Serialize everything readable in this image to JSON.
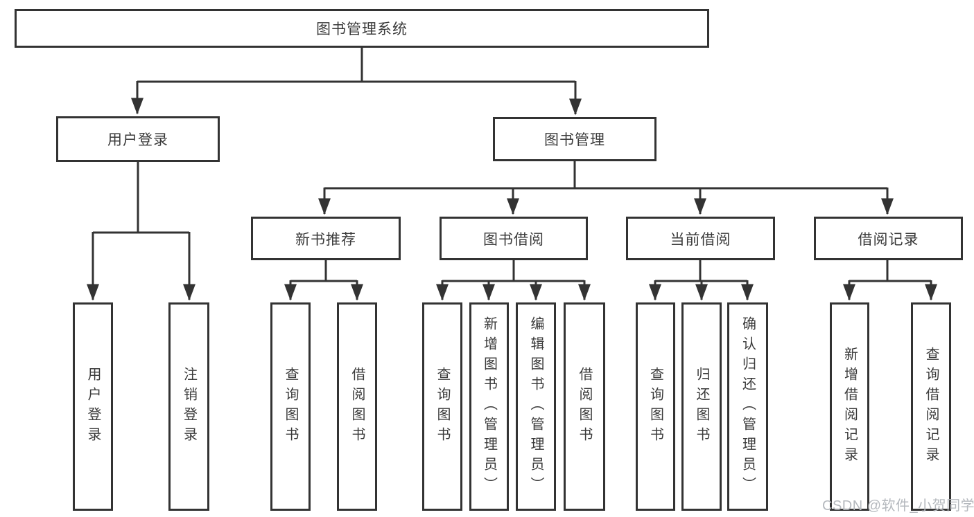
{
  "tree": {
    "label": "图书管理系统",
    "children": [
      {
        "label": "用户登录",
        "children": [
          {
            "label": "用户登录"
          },
          {
            "label": "注销登录"
          }
        ]
      },
      {
        "label": "图书管理",
        "children": [
          {
            "label": "新书推荐",
            "children": [
              {
                "label": "查询图书"
              },
              {
                "label": "借阅图书"
              }
            ]
          },
          {
            "label": "图书借阅",
            "children": [
              {
                "label": "查询图书"
              },
              {
                "label": "新增图书（管理员）"
              },
              {
                "label": "编辑图书（管理员）"
              },
              {
                "label": "借阅图书"
              }
            ]
          },
          {
            "label": "当前借阅",
            "children": [
              {
                "label": "查询图书"
              },
              {
                "label": "归还图书"
              },
              {
                "label": "确认归还（管理员）"
              }
            ]
          },
          {
            "label": "借阅记录",
            "children": [
              {
                "label": "新增借阅记录"
              },
              {
                "label": "查询借阅记录"
              }
            ]
          }
        ]
      }
    ]
  },
  "watermark": {
    "text": "CSDN @软件_小贺同学"
  },
  "colors": {
    "line": "#333333",
    "box_border": "#333333",
    "box_fill": "#ffffff",
    "text": "#3a3a3a",
    "watermark": "#b5b9be"
  }
}
